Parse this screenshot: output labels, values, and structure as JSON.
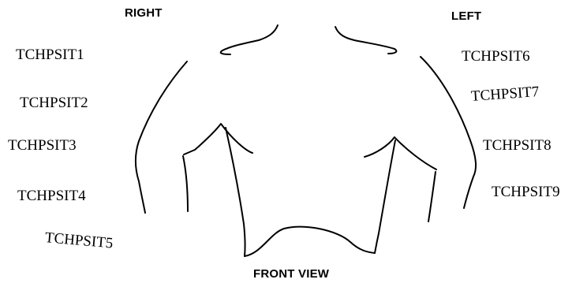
{
  "headings": {
    "right": "RIGHT",
    "left": "LEFT",
    "view": "FRONT VIEW"
  },
  "sites": {
    "right": [
      "TCHPSIT1",
      "TCHPSIT2",
      "TCHPSIT3",
      "TCHPSIT4",
      "TCHPSIT5"
    ],
    "left": [
      "TCHPSIT6",
      "TCHPSIT7",
      "TCHPSIT8",
      "TCHPSIT9"
    ]
  },
  "colors": {
    "ink": "#000000",
    "background": "#ffffff"
  }
}
